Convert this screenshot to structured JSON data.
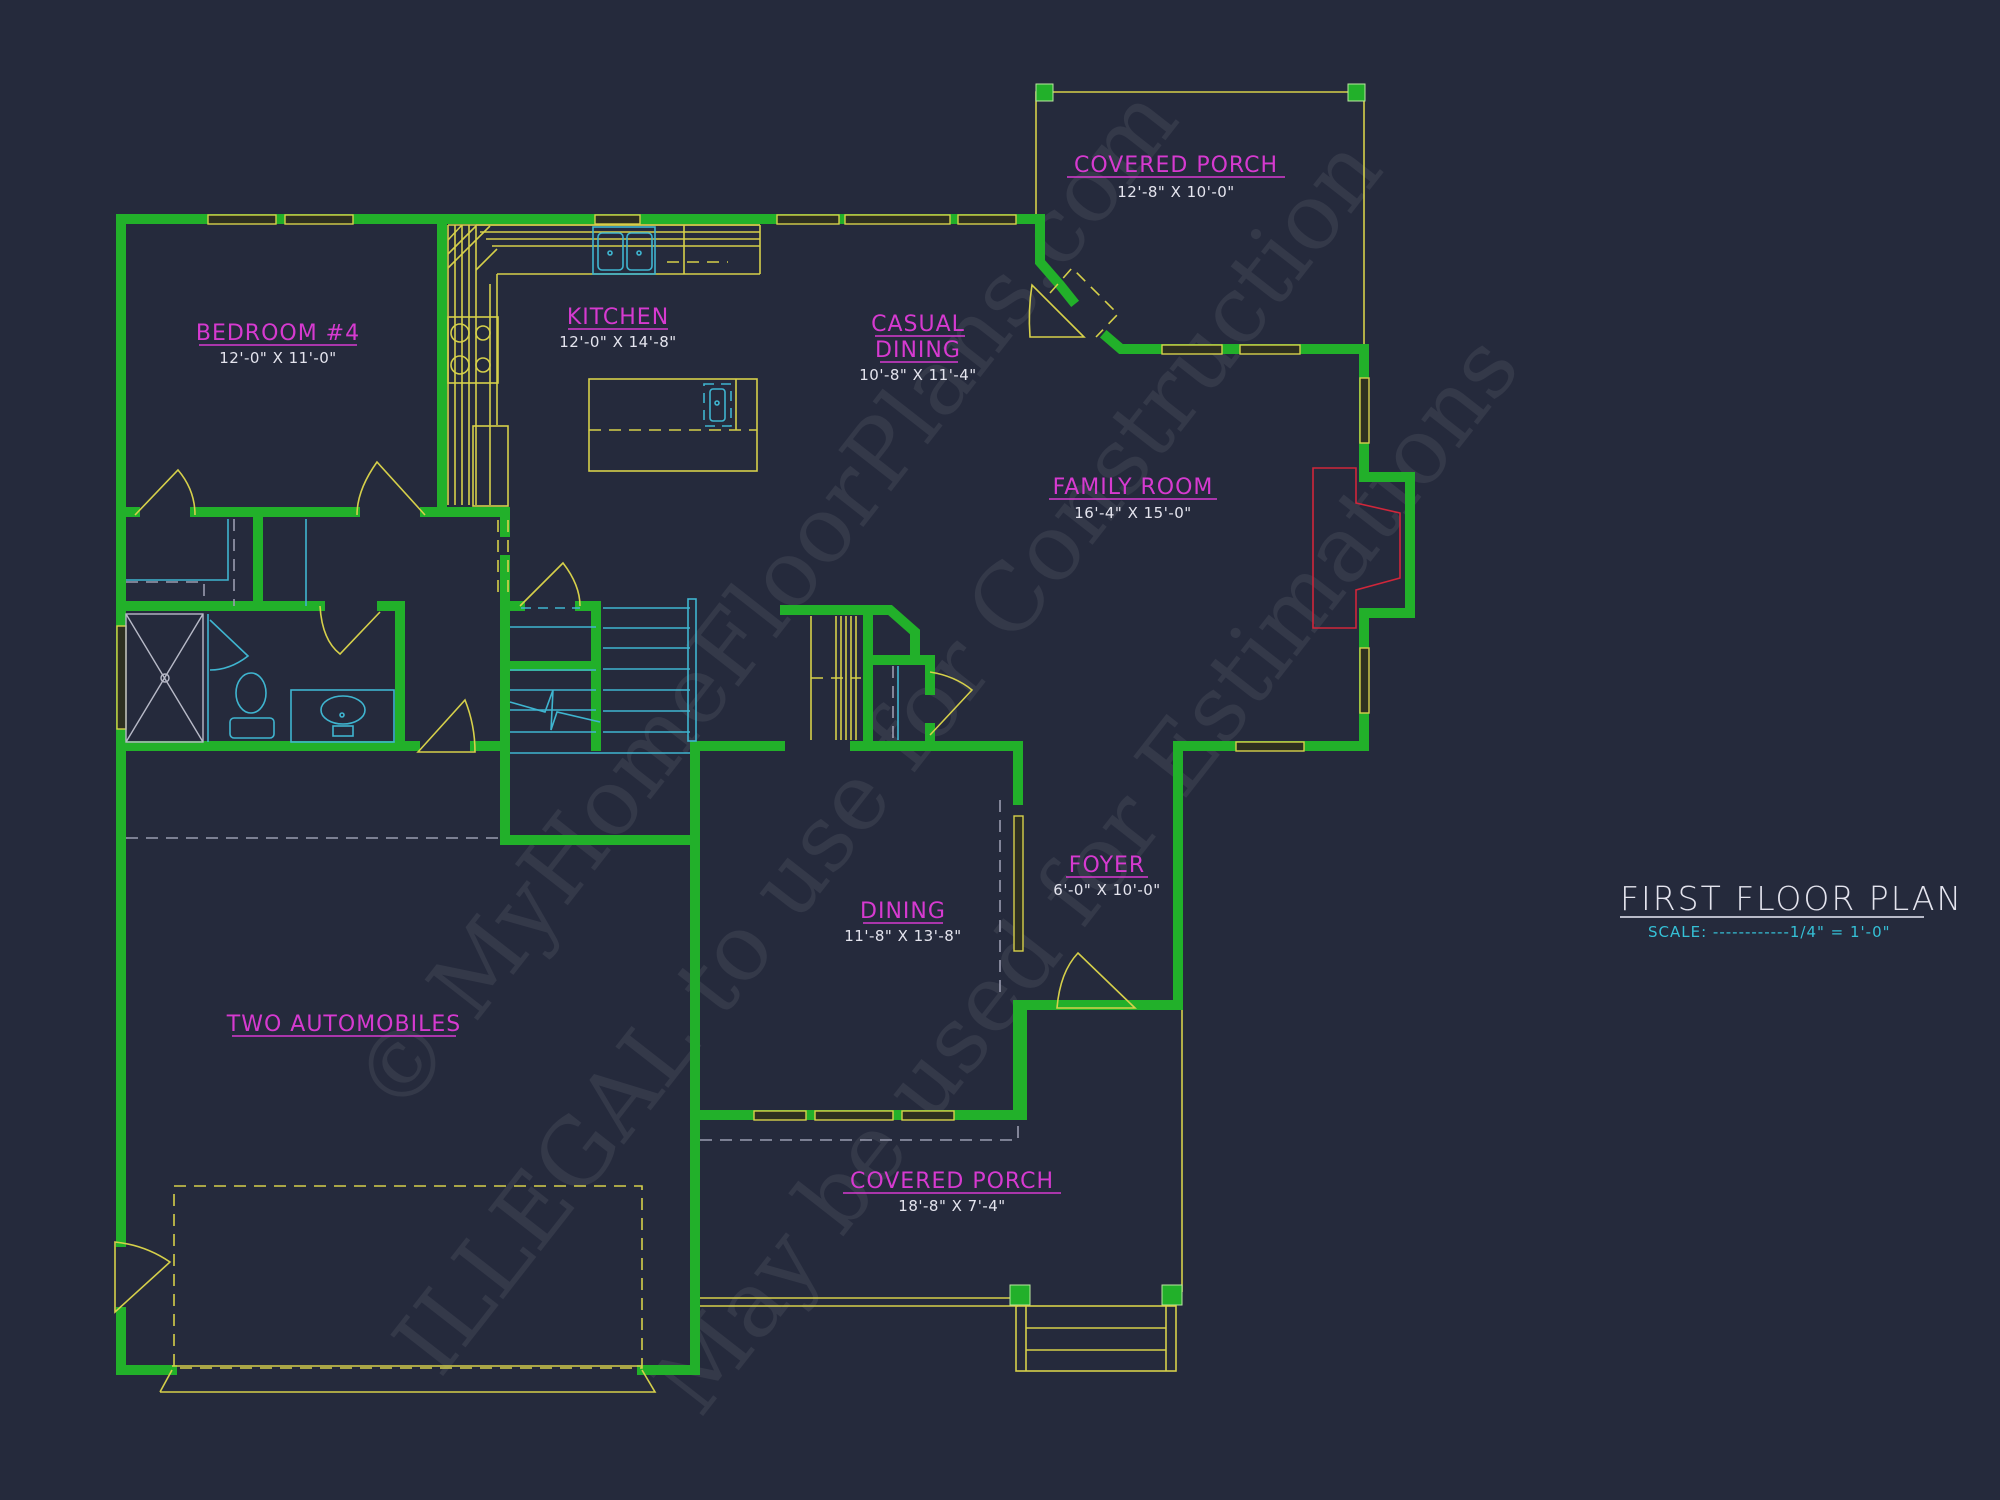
{
  "drawing": {
    "title": "FIRST FLOOR PLAN",
    "scale": "SCALE: ------------1/4\" = 1'-0\"",
    "colors": {
      "background": "#252a3c",
      "walls": "#22b02a",
      "fixtures": "#d6d04a",
      "plumbing": "#3fb5d0",
      "fireplace": "#d0263a",
      "room_labels": "#d63ad0",
      "dimensions": "#e4e4ee"
    }
  },
  "rooms": [
    {
      "id": "covered-porch-rear",
      "label": "COVERED PORCH",
      "dims": "12'-8\" X 10'-0\""
    },
    {
      "id": "bedroom-4",
      "label": "BEDROOM #4",
      "dims": "12'-0\" X 11'-0\""
    },
    {
      "id": "kitchen",
      "label": "KITCHEN",
      "dims": "12'-0\" X 14'-8\""
    },
    {
      "id": "casual-dining",
      "label_line1": "CASUAL",
      "label_line2": "DINING",
      "dims": "10'-8\" X 11'-4\""
    },
    {
      "id": "family-room",
      "label": "FAMILY ROOM",
      "dims": "16'-4\" X 15'-0\""
    },
    {
      "id": "foyer",
      "label": "FOYER",
      "dims": "6'-0\" X 10'-0\""
    },
    {
      "id": "dining",
      "label": "DINING",
      "dims": "11'-8\" X 13'-8\""
    },
    {
      "id": "garage",
      "label": "TWO AUTOMOBILES"
    },
    {
      "id": "covered-porch-front",
      "label": "COVERED PORCH",
      "dims": "18'-8\" X 7'-4\""
    }
  ],
  "watermark": {
    "line1": "© MyHomeFloorPlans.com",
    "line2": "ILLEGAL to use for Construction",
    "line3": "May be used for Estimations"
  }
}
